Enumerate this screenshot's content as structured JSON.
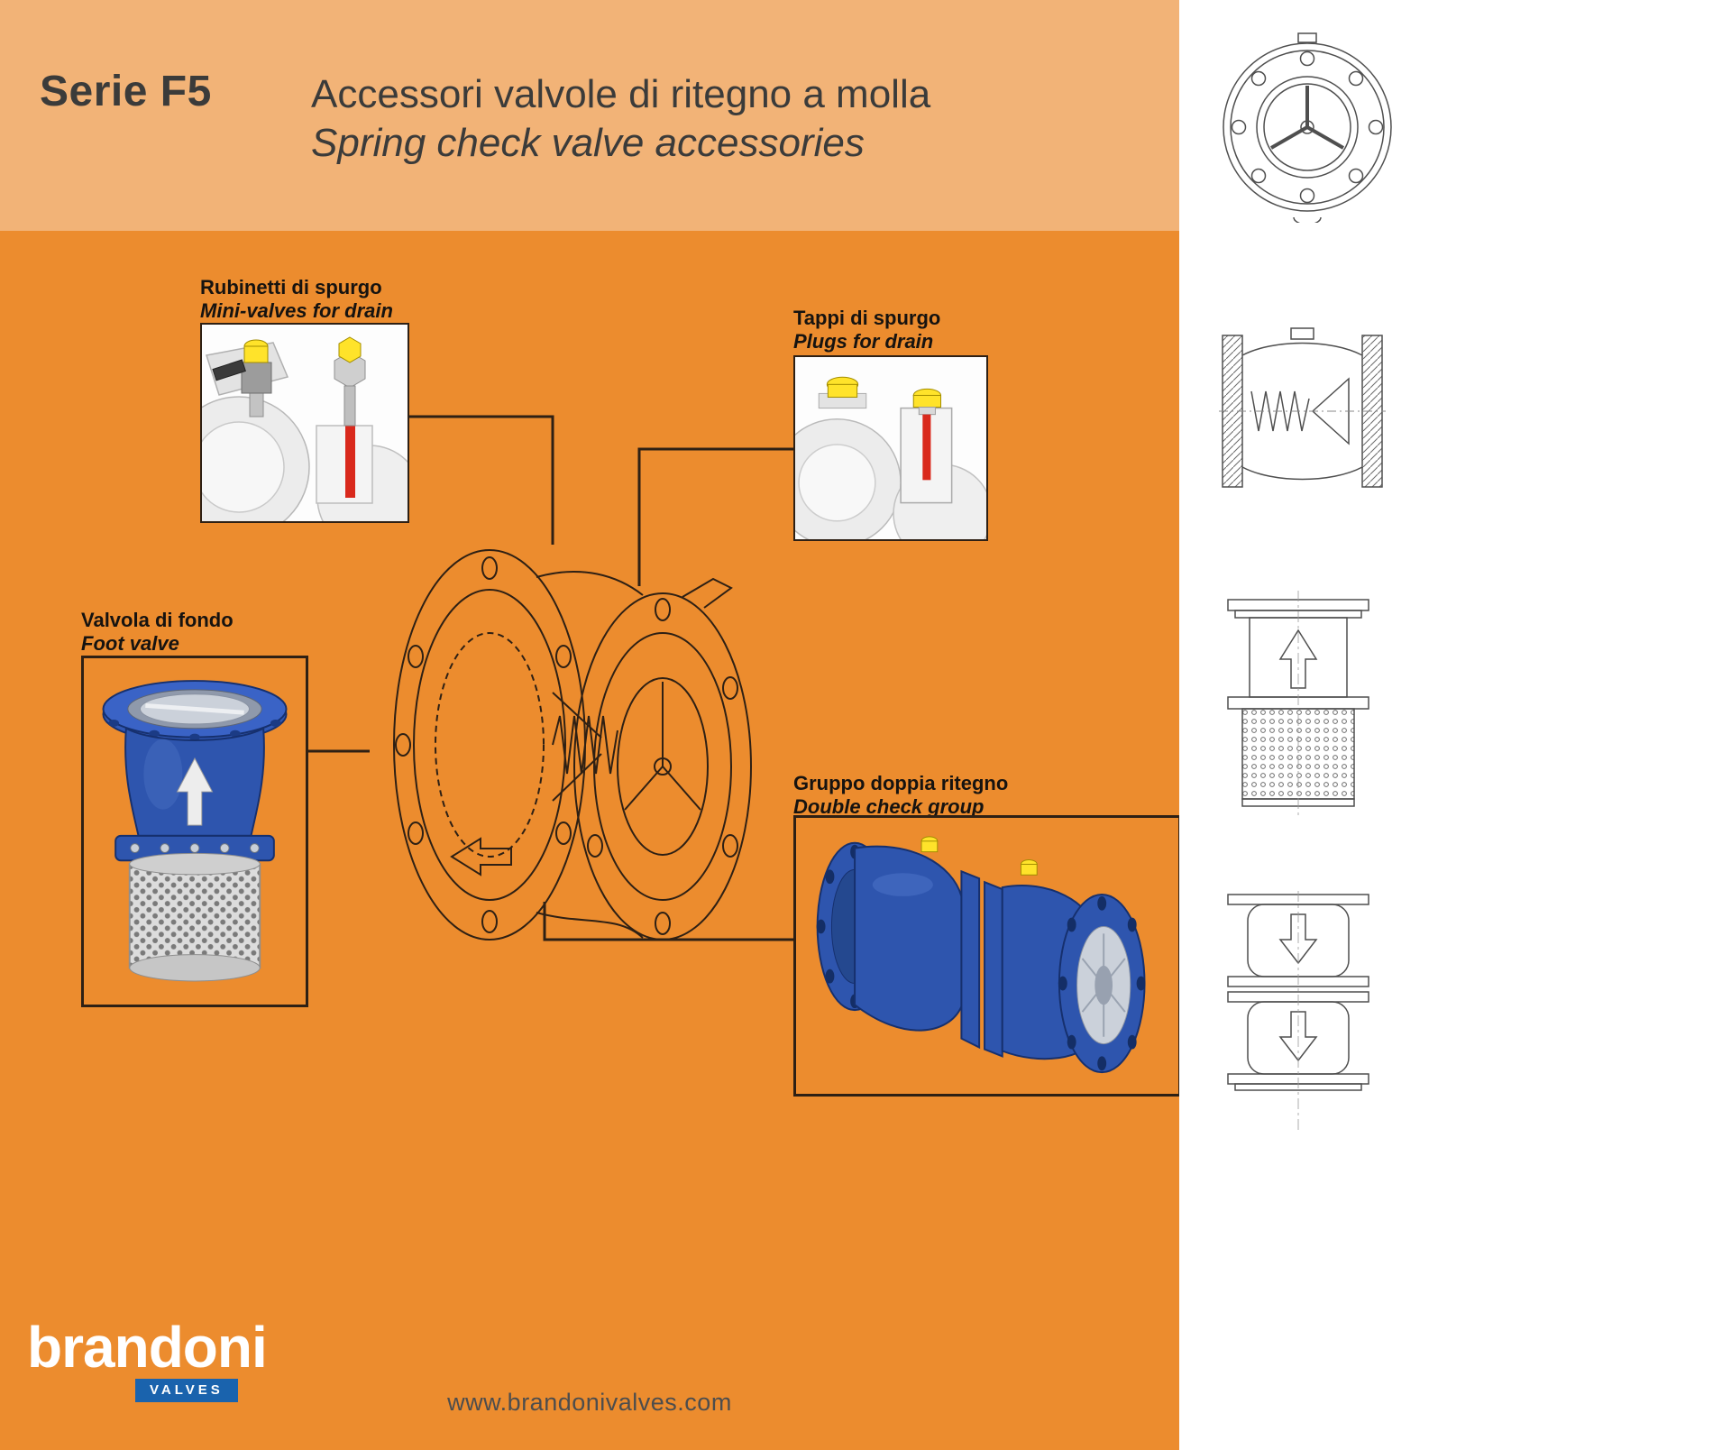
{
  "header": {
    "series": "Serie F5",
    "title_it": "Accessori valvole di ritegno a molla",
    "title_en": "Spring check valve accessories"
  },
  "callouts": {
    "mini_valves": {
      "label_it": "Rubinetti di spurgo",
      "label_en": "Mini-valves for drain"
    },
    "plugs": {
      "label_it": "Tappi di spurgo",
      "label_en": "Plugs for drain"
    },
    "foot_valve": {
      "label_it": "Valvola di fondo",
      "label_en": "Foot valve"
    },
    "double_check": {
      "label_it": "Gruppo doppia ritegno",
      "label_en": "Double check group"
    }
  },
  "footer": {
    "website": "www.brandonivalves.com",
    "brand_name": "brandoni",
    "brand_tagline": "VALVES"
  },
  "sidebar": {
    "drawings": [
      "flange-front-view",
      "spring-check-valve-section",
      "foot-valve-line-drawing",
      "double-check-group-line-drawing"
    ]
  },
  "colors": {
    "orange": "#EC8C2E",
    "header_band": "#F2B377",
    "line_dark": "#2E2014",
    "valve_blue": "#2E55AE",
    "highlight_yellow": "#FFE32A",
    "highlight_red": "#D9291C",
    "logo_blue": "#1A63AD",
    "title_grey": "#3B3B3A"
  }
}
